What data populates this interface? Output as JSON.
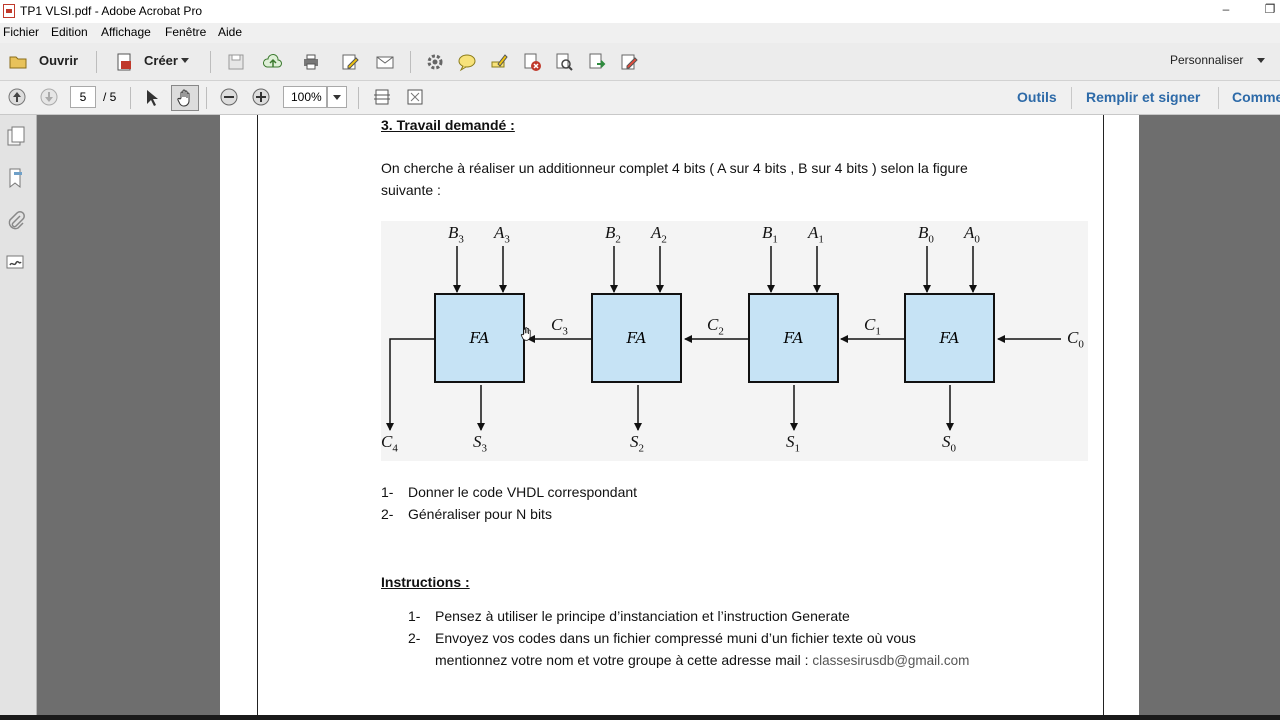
{
  "window": {
    "title": "TP1 VLSI.pdf - Adobe Acrobat Pro",
    "minimize": "–",
    "restore": "❐"
  },
  "menu": [
    "Fichier",
    "Edition",
    "Affichage",
    "Fenêtre",
    "Aide"
  ],
  "toolbar": {
    "open_label": "Ouvrir",
    "create_label": "Créer",
    "customize_label": "Personnaliser",
    "icons": [
      "save-icon",
      "upload-icon",
      "print-icon",
      "edit-icon",
      "email-icon",
      "gear-icon",
      "comment-icon",
      "highlight-icon",
      "delete-icon",
      "review-icon",
      "export-icon",
      "form-icon"
    ]
  },
  "navbar": {
    "current_page": "5",
    "page_total": "/ 5",
    "zoom": "100%",
    "tools_label": "Outils",
    "fill_sign_label": "Remplir et signer",
    "comment_label": "Comme"
  },
  "document": {
    "heading": "3. Travail demandé :",
    "intro_line1": "On cherche à réaliser un additionneur complet 4 bits ( A sur 4 bits , B sur 4 bits ) selon la figure",
    "intro_line2": "suivante :",
    "tasks": [
      {
        "num": "1-",
        "text": "Donner le code VHDL correspondant"
      },
      {
        "num": "2-",
        "text": "Généraliser pour N bits"
      }
    ],
    "instructions_heading": "Instructions :",
    "instructions": [
      {
        "num": "1-",
        "text": "Pensez à utiliser le principe d’instanciation et l’instruction Generate"
      },
      {
        "num": "2-",
        "text": "Envoyez vos codes dans un fichier compressé muni d’un fichier texte où vous"
      }
    ],
    "instruction_cont": "mentionnez votre nom et votre groupe à cette adresse mail :",
    "email": "classesirusdb@gmail.com"
  },
  "diagram": {
    "block_label": "FA",
    "inputs_b": [
      "3",
      "2",
      "1",
      "0"
    ],
    "inputs_a": [
      "3",
      "2",
      "1",
      "0"
    ],
    "sums": [
      "3",
      "2",
      "1",
      "0"
    ],
    "carries": [
      "3",
      "2",
      "1"
    ],
    "carry_in": "0",
    "carry_out": "4",
    "letters": {
      "a": "A",
      "b": "B",
      "s": "S",
      "c": "C"
    }
  }
}
